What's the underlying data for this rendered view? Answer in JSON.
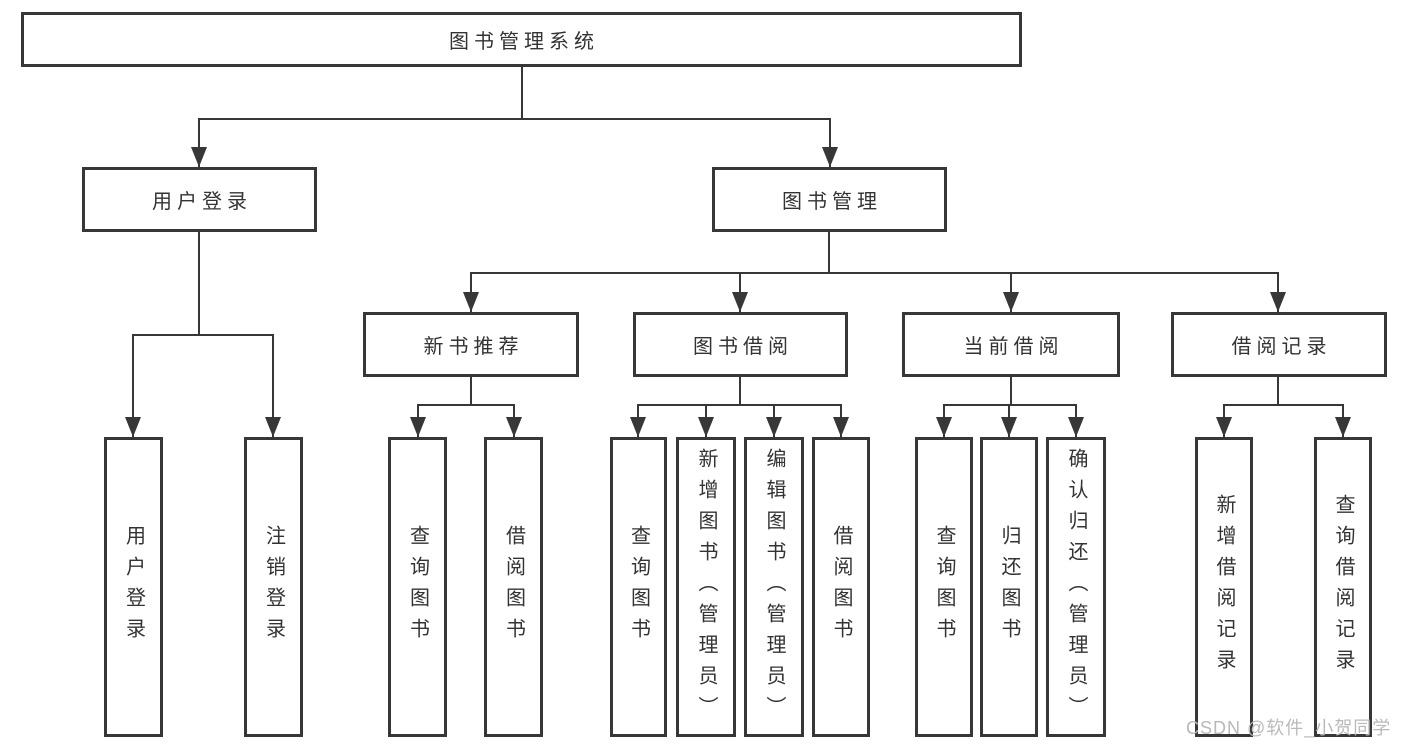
{
  "diagram": {
    "root": {
      "label": "图书管理系统"
    },
    "branches": [
      {
        "label": "用户登录",
        "children": [
          {
            "label": "用户登录"
          },
          {
            "label": "注销登录"
          }
        ]
      },
      {
        "label": "图书管理",
        "children": [
          {
            "label": "新书推荐",
            "children": [
              {
                "label": "查询图书"
              },
              {
                "label": "借阅图书"
              }
            ]
          },
          {
            "label": "图书借阅",
            "children": [
              {
                "label": "查询图书"
              },
              {
                "label": "新增图书（管理员）"
              },
              {
                "label": "编辑图书（管理员）"
              },
              {
                "label": "借阅图书"
              }
            ]
          },
          {
            "label": "当前借阅",
            "children": [
              {
                "label": "查询图书"
              },
              {
                "label": "归还图书"
              },
              {
                "label": "确认归还（管理员）"
              }
            ]
          },
          {
            "label": "借阅记录",
            "children": [
              {
                "label": "新增借阅记录"
              },
              {
                "label": "查询借阅记录"
              }
            ]
          }
        ]
      }
    ]
  },
  "watermark": {
    "text": "CSDN @软件_小贺同学",
    "color": "#b9b9b9"
  },
  "colors": {
    "line": "#373737",
    "text": "#333333",
    "background": "#ffffff"
  }
}
